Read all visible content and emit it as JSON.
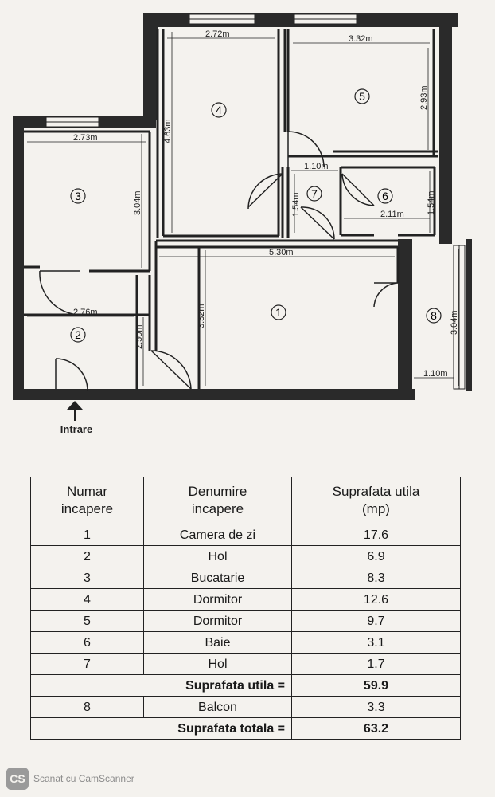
{
  "plan": {
    "entrance_label": "Intrare",
    "room_numbers": [
      "1",
      "2",
      "3",
      "4",
      "5",
      "6",
      "7",
      "8"
    ],
    "dimensions": {
      "r4_width": "2.72m",
      "r4_height": "4.63m",
      "r5_width": "3.32m",
      "r5_height": "2.93m",
      "r3_width": "2.73m",
      "r3_height": "3.04m",
      "r7_width": "1.10m",
      "r7_height": "1.54m",
      "r6_width": "2.11m",
      "r6_height": "1.54m",
      "r1_width": "5.30m",
      "r1_height": "3.32m",
      "r2_width": "2.76m",
      "r2_height": "2.50m",
      "r8_width": "1.10m",
      "r8_height": "3.04m"
    }
  },
  "table": {
    "headers": [
      [
        "Numar",
        "incapere"
      ],
      [
        "Denumire",
        "incapere"
      ],
      [
        "Suprafata utila",
        "(mp)"
      ]
    ],
    "rows": [
      {
        "nr": "1",
        "name": "Camera de zi",
        "area": "17.6"
      },
      {
        "nr": "2",
        "name": "Hol",
        "area": "6.9"
      },
      {
        "nr": "3",
        "name": "Bucatarie",
        "area": "8.3"
      },
      {
        "nr": "4",
        "name": "Dormitor",
        "area": "12.6"
      },
      {
        "nr": "5",
        "name": "Dormitor",
        "area": "9.7"
      },
      {
        "nr": "6",
        "name": "Baie",
        "area": "3.1"
      },
      {
        "nr": "7",
        "name": "Hol",
        "area": "1.7"
      }
    ],
    "subtotal_label": "Suprafata utila =",
    "subtotal_value": "59.9",
    "balcony": {
      "nr": "8",
      "name": "Balcon",
      "area": "3.3"
    },
    "total_label": "Suprafata totala =",
    "total_value": "63.2"
  },
  "watermark": {
    "logo_text": "CS",
    "text": "Scanat cu CamScanner"
  }
}
